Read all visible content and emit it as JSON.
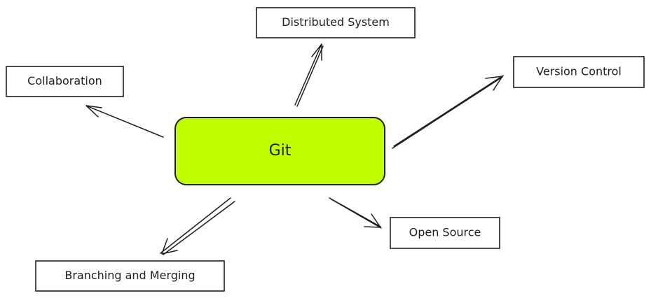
{
  "center": {
    "label": "Git",
    "fill_color": "#c0ff00"
  },
  "nodes": {
    "distributed_system": "Distributed System",
    "version_control": "Version Control",
    "collaboration": "Collaboration",
    "open_source": "Open Source",
    "branching_and_merging": "Branching and Merging"
  },
  "colors": {
    "stroke": "#1e1e1e",
    "background": "#ffffff"
  }
}
